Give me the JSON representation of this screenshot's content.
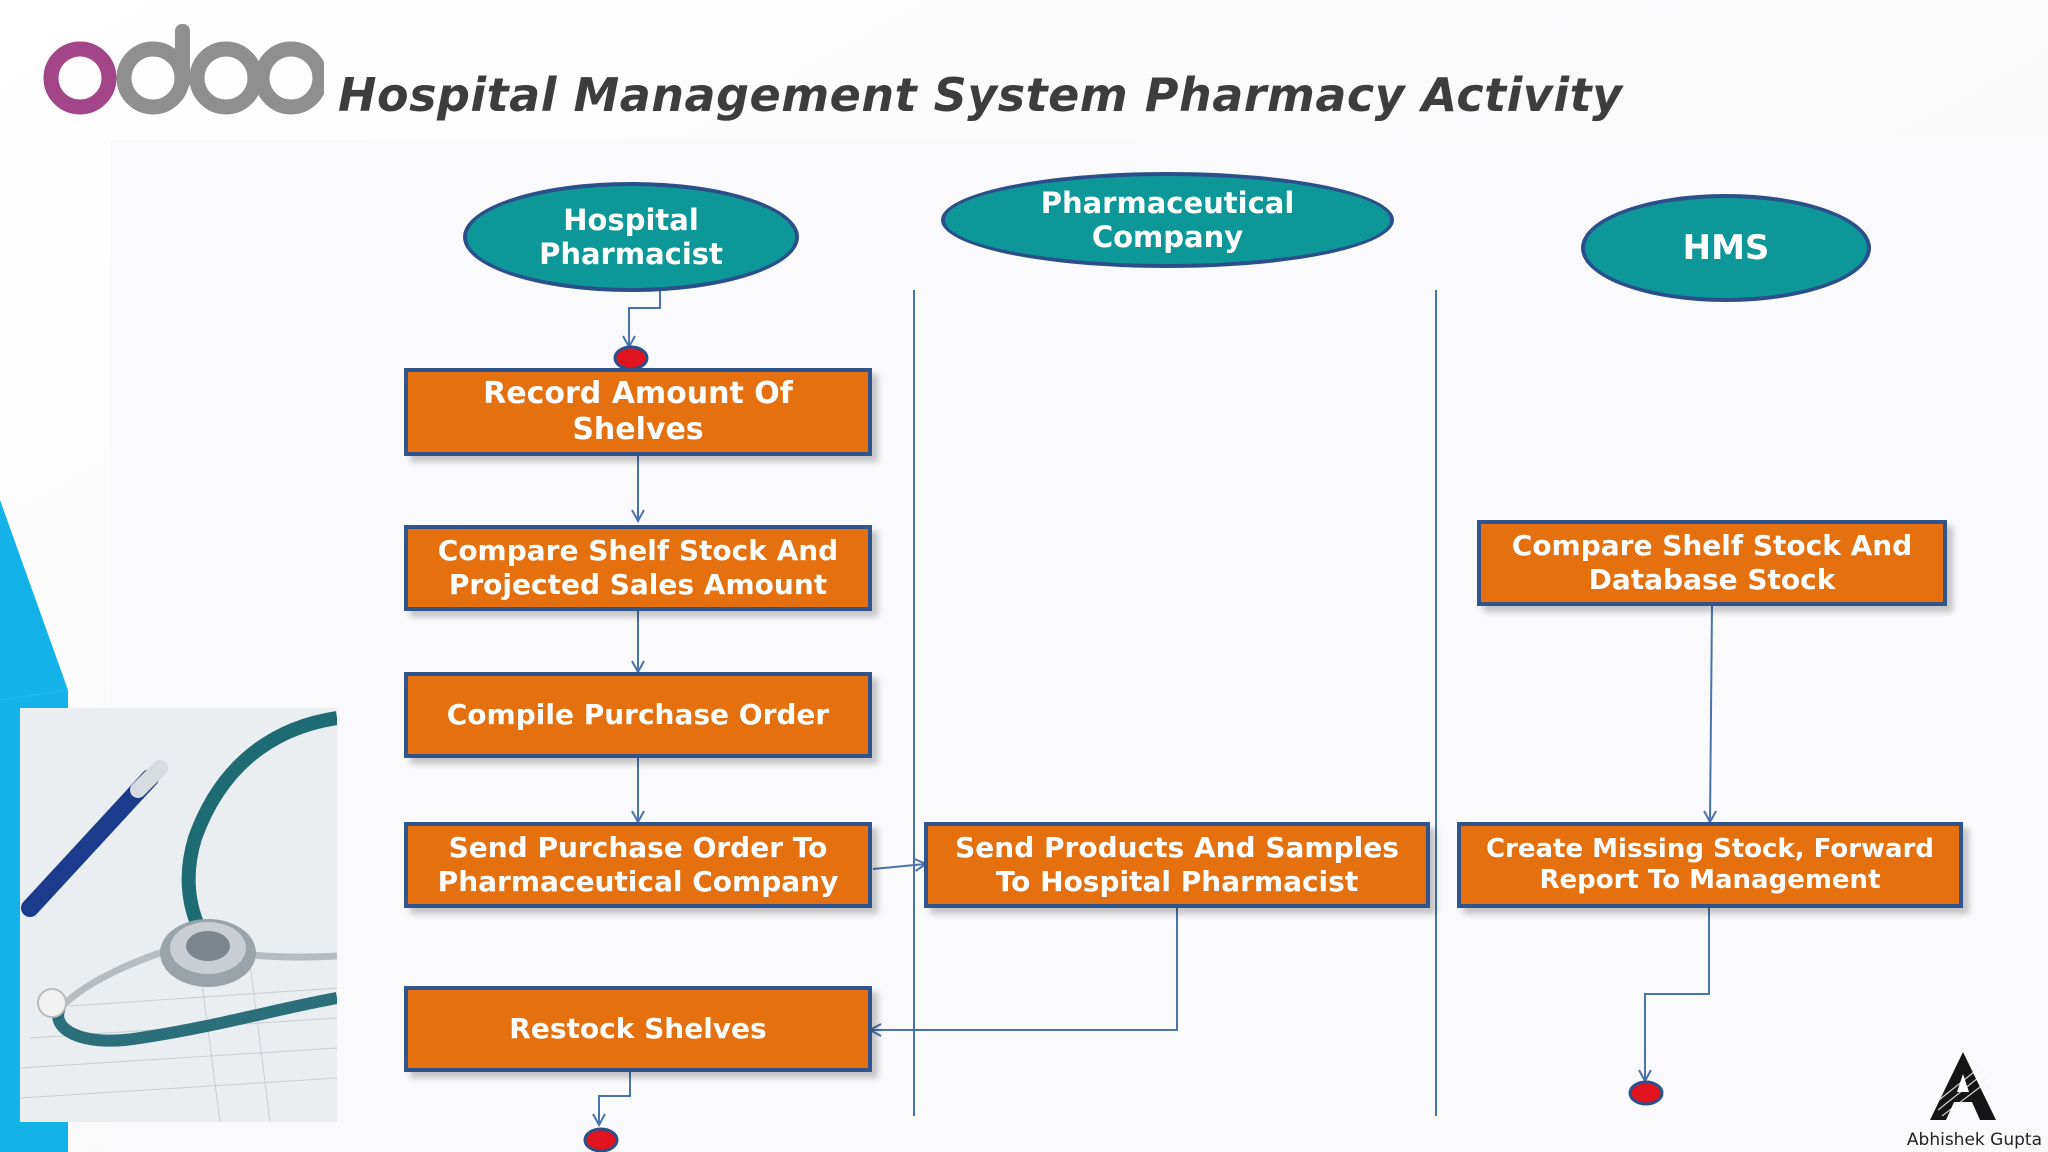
{
  "header": {
    "title": "Hospital Management System Pharmacy Activity",
    "logo_text": "odoo"
  },
  "lanes": [
    {
      "label": "Hospital Pharmacist"
    },
    {
      "label": "Pharmaceutical Company"
    },
    {
      "label": "HMS"
    }
  ],
  "activities": {
    "record_amount": "Record Amount Of Shelves",
    "compare_projected": "Compare Shelf Stock And Projected Sales Amount",
    "compile_po": "Compile Purchase Order",
    "send_po": "Send Purchase Order To Pharmaceutical Company",
    "send_products": "Send Products And Samples To Hospital Pharmacist",
    "restock": "Restock Shelves",
    "compare_database": "Compare Shelf Stock And Database Stock",
    "create_missing": "Create Missing Stock, Forward Report To Management"
  },
  "footer": {
    "author": "Abhishek Gupta"
  },
  "colors": {
    "lane_header_fill": "#0e9799",
    "lane_header_border": "#2b4f8a",
    "activity_fill": "#e5700f",
    "activity_border": "#31548c",
    "connector": "#4a72b0",
    "terminal_fill": "#e0141e",
    "accent_triangle": "#13b3ea",
    "logo_purple": "#a24689",
    "logo_gray": "#8f8f8f"
  }
}
